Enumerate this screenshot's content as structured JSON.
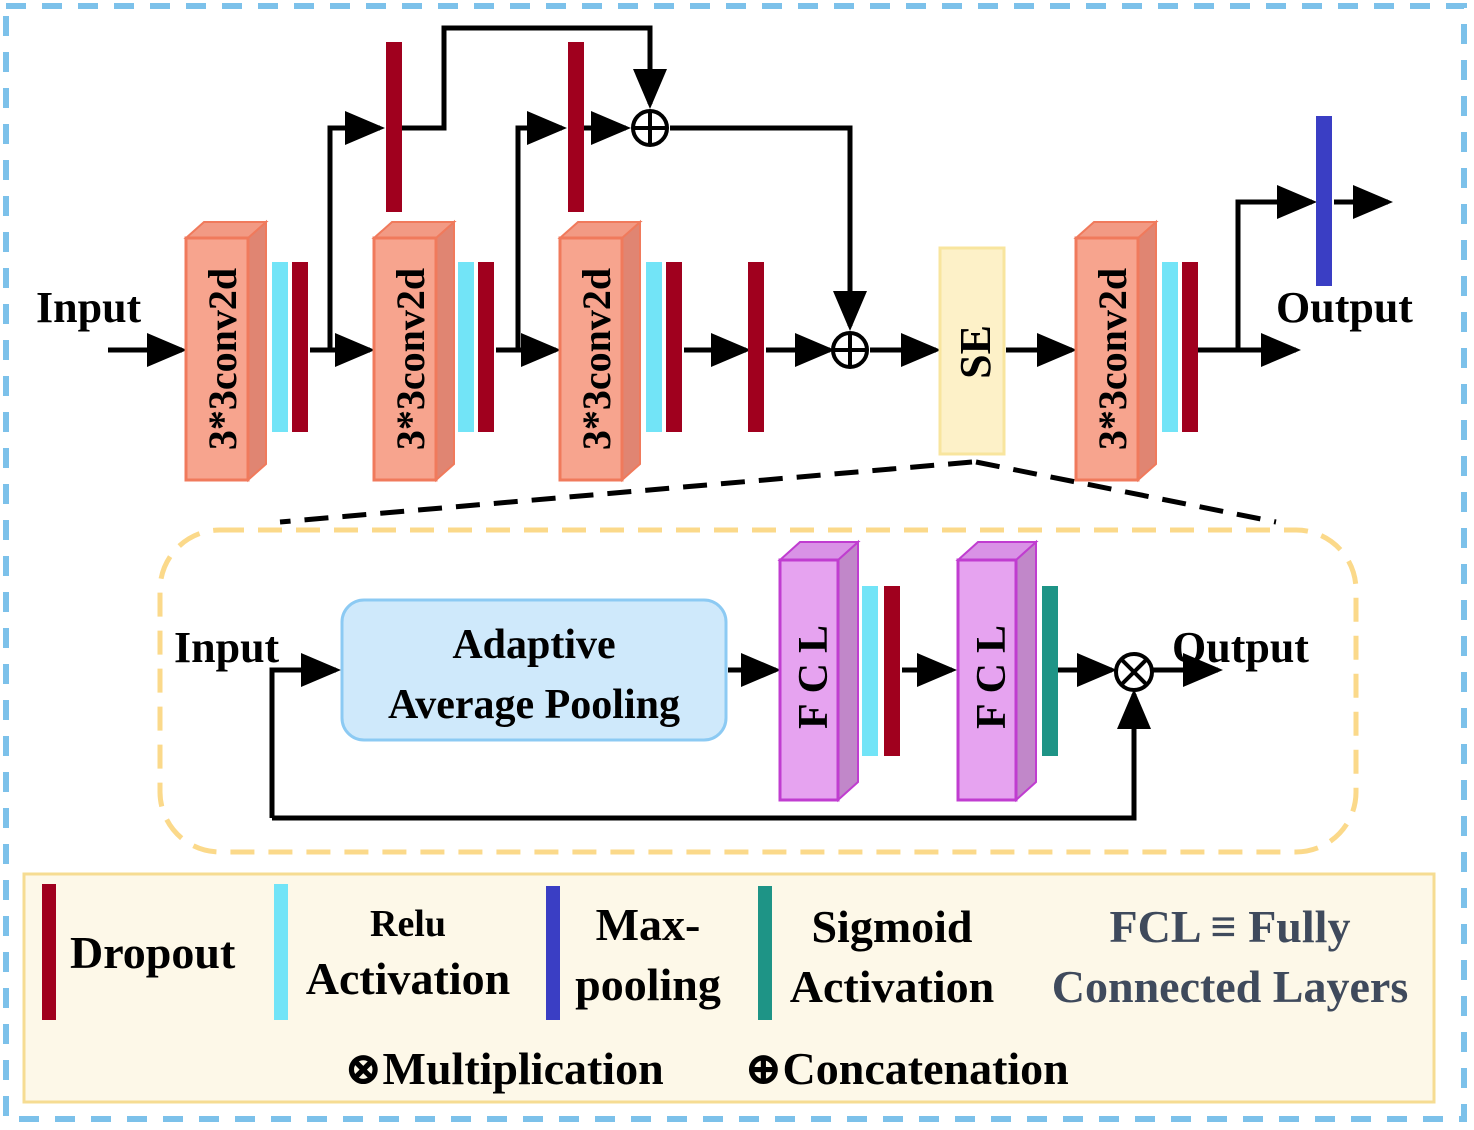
{
  "main_flow": {
    "input_label": "Input",
    "output_label": "Output",
    "conv_blocks": [
      {
        "label": "3*3conv2d"
      },
      {
        "label": "3*3conv2d"
      },
      {
        "label": "3*3conv2d"
      },
      {
        "label": "3*3conv2d"
      }
    ],
    "se_label": "SE",
    "concat_symbol": "⊕"
  },
  "se_detail": {
    "input_label": "Input",
    "output_label": "Output",
    "pooling_line1": "Adaptive",
    "pooling_line2": "Average Pooling",
    "fcl_blocks": [
      {
        "label": "FCL"
      },
      {
        "label": "FCL"
      }
    ],
    "multiply_symbol": "⊗"
  },
  "legend": {
    "dropout": "Dropout",
    "relu_line1": "Relu",
    "relu_line2": "Activation",
    "maxpool_line1": "Max-",
    "maxpool_line2": "pooling",
    "sigmoid_line1": "Sigmoid",
    "sigmoid_line2": "Activation",
    "fcl_line1": "FCL ≡ Fully",
    "fcl_line2": "Connected Layers",
    "multiplication": "⊗Multiplication",
    "concatenation": "⊕Concatenation"
  },
  "colors": {
    "dropout": "#a0001e",
    "relu": "#72e4f7",
    "maxpool": "#3a3ec4",
    "sigmoid": "#1e9486",
    "conv_front": "#f7a48e",
    "conv_side": "#e08572",
    "conv_edge": "#f07a5c",
    "se_fill": "#fdf1c8",
    "se_edge": "#f8e59e",
    "fcl_front": "#e6a3f0",
    "fcl_side": "#c187c9",
    "fcl_edge": "#c03dd0",
    "pool_fill": "#cfe9fb",
    "pool_edge": "#8ccaf3",
    "frame_border": "#7cc1ea",
    "detail_border": "#fbd98a",
    "legend_fill": "#fdf8e8",
    "legend_border": "#f6dc92",
    "fcl_note_text": "#3f4a5c"
  }
}
